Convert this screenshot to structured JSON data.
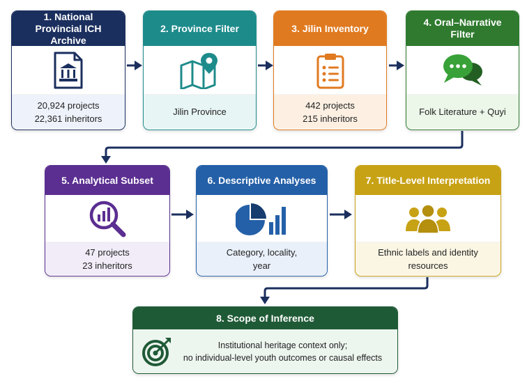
{
  "steps": [
    {
      "title": "1. National Provincial ICH Archive",
      "lines": [
        "20,924 projects",
        "22,361 inheritors"
      ],
      "color": "#1b2f5e",
      "tint": "#eef2fa",
      "icon": "archive-building-icon"
    },
    {
      "title": "2. Province Filter",
      "lines": [
        "Jilin Province"
      ],
      "color": "#1e8b8b",
      "tint": "#e7f5f4",
      "icon": "map-pin-icon"
    },
    {
      "title": "3. Jilin Inventory",
      "lines": [
        "442 projects",
        "215 inheritors"
      ],
      "color": "#e07a20",
      "tint": "#fdf0e3",
      "icon": "clipboard-list-icon"
    },
    {
      "title": "4. Oral–Narrative Filter",
      "lines": [
        "Folk Literature + Quyi"
      ],
      "color": "#2f7a2f",
      "tint": "#ecf6e9",
      "icon": "speech-bubbles-icon"
    },
    {
      "title": "5. Analytical Subset",
      "lines": [
        "47 projects",
        "23 inheritors"
      ],
      "color": "#5b2e91",
      "tint": "#f1ecf8",
      "icon": "magnifier-chart-icon"
    },
    {
      "title": "6. Descriptive Analyses",
      "lines": [
        "Category, locality,",
        "year"
      ],
      "color": "#2460a8",
      "tint": "#e9f0fa",
      "icon": "pie-bar-chart-icon"
    },
    {
      "title": "7. Title-Level Interpretation",
      "lines": [
        "Ethnic labels and identity",
        "resources"
      ],
      "color": "#c8a215",
      "tint": "#fbf6e4",
      "icon": "people-group-icon"
    },
    {
      "title": "8. Scope of Inference",
      "lines": [
        "Institutional heritage context only;",
        "no individual-level youth outcomes or causal effects"
      ],
      "color": "#1f5a36",
      "tint": "#edf5ef",
      "icon": "target-icon"
    }
  ],
  "arrow_color": "#1b2f5e"
}
